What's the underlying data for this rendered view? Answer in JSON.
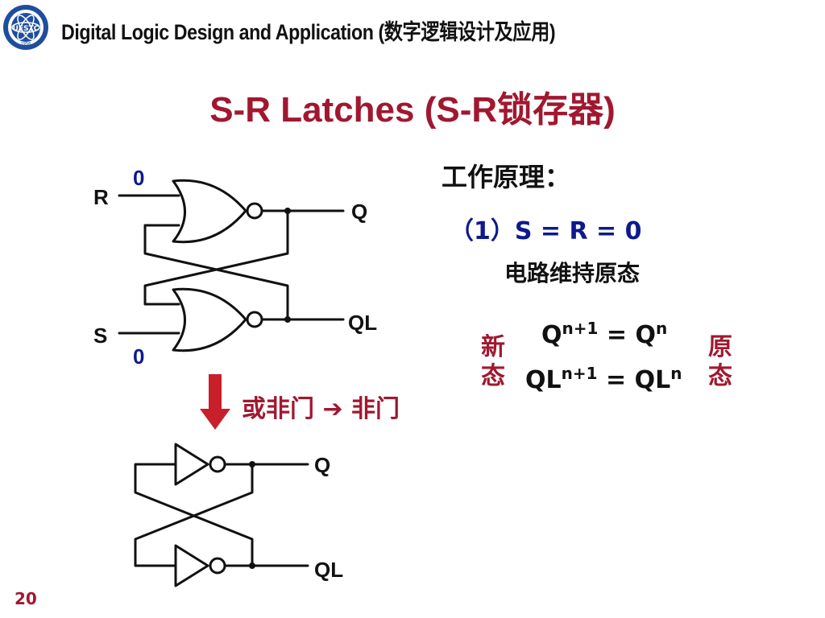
{
  "header": {
    "title": "Digital Logic Design and Application (数字逻辑设计及应用)",
    "logo_text": "UESTC",
    "logo_year": "1956"
  },
  "slide": {
    "title": "S-R Latches (S-R锁存器)",
    "page_number": "20"
  },
  "nor_latch": {
    "input_r": "R",
    "input_s": "S",
    "value_r": "0",
    "value_s": "0",
    "output_q": "Q",
    "output_ql": "QL"
  },
  "inverter_latch": {
    "output_q": "Q",
    "output_ql": "QL"
  },
  "conversion": {
    "label": "或非门 ➔ 非门"
  },
  "principle": {
    "heading": "工作原理：",
    "case": "（1）S = R = 0",
    "result": "电路维持原态",
    "new_state_label": "新态",
    "original_state_label": "原态",
    "eq_q_base": "Q",
    "eq_q_sup": "n+1",
    "eq_q_rhs": " = Q",
    "eq_q_rhs_sup": "n",
    "eq_ql_base": "QL",
    "eq_ql_sup": "n+1",
    "eq_ql_rhs": " = QL",
    "eq_ql_rhs_sup": "n"
  },
  "colors": {
    "title_red": "#a01830",
    "value_blue": "#0d1a8c",
    "line_black": "#111111"
  }
}
